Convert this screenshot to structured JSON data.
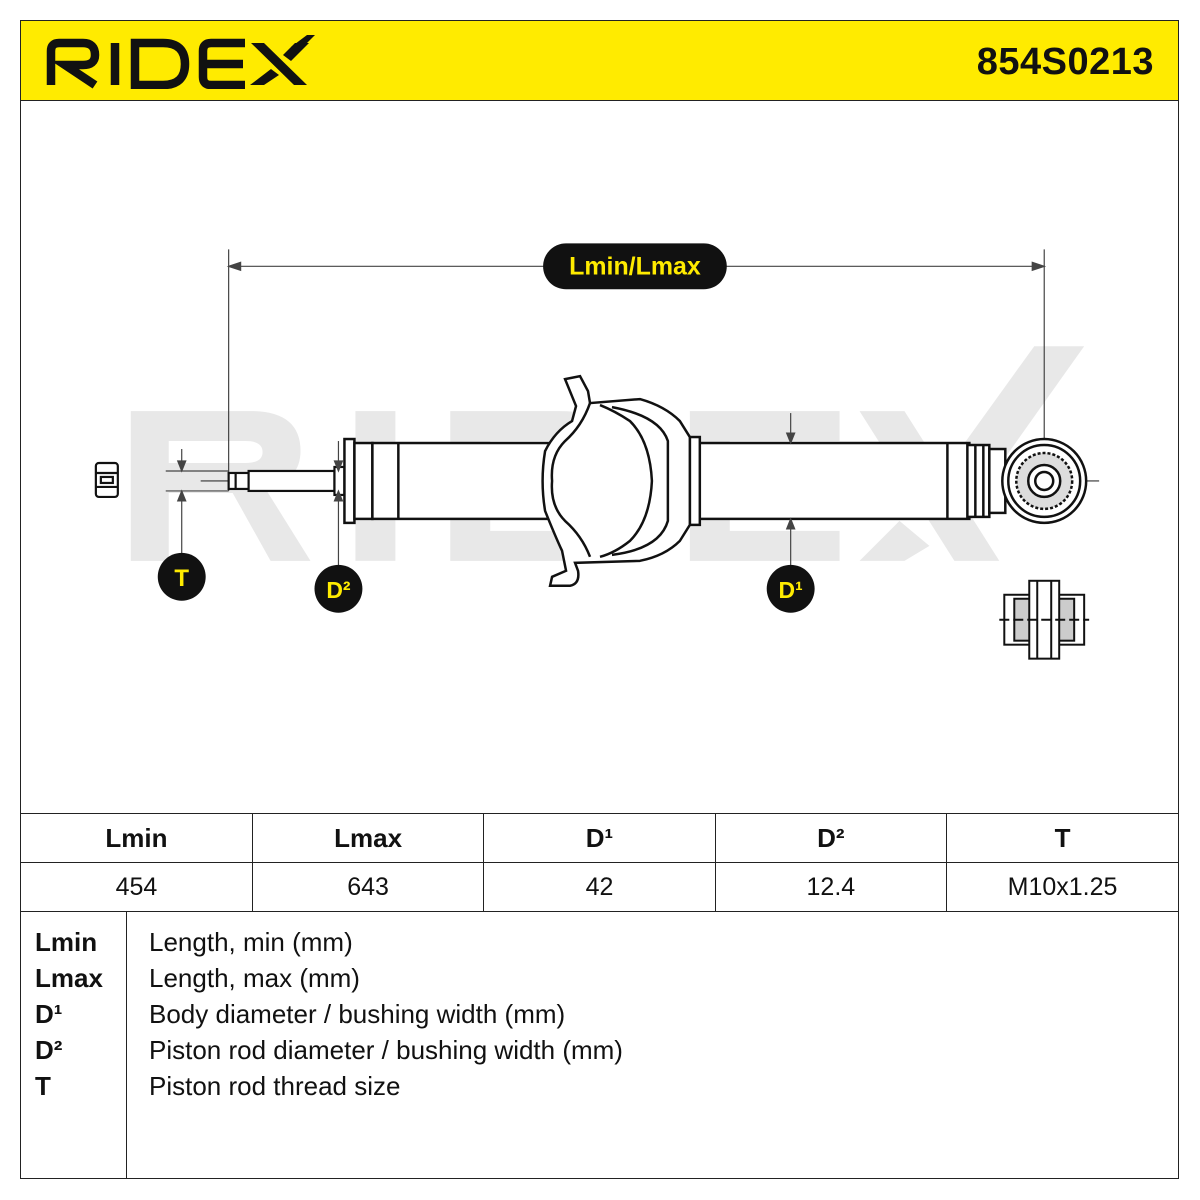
{
  "header": {
    "brand": "RIDEX",
    "part_number": "854S0213",
    "accent_color": "#ffeb00"
  },
  "drawing": {
    "watermark": "RIDEX",
    "labels": {
      "length": "Lmin/Lmax",
      "thread": "T",
      "rod_diameter": "D²",
      "body_diameter": "D¹"
    }
  },
  "specs": {
    "headers": [
      "Lmin",
      "Lmax",
      "D¹",
      "D²",
      "T"
    ],
    "values": [
      "454",
      "643",
      "42",
      "12.4",
      "M10x1.25"
    ]
  },
  "legend": [
    {
      "key": "Lmin",
      "desc": "Length, min (mm)"
    },
    {
      "key": "Lmax",
      "desc": "Length, max (mm)"
    },
    {
      "key": "D¹",
      "desc": "Body diameter / bushing width (mm)"
    },
    {
      "key": "D²",
      "desc": "Piston rod diameter / bushing width (mm)"
    },
    {
      "key": "T",
      "desc": "Piston rod thread size"
    }
  ]
}
